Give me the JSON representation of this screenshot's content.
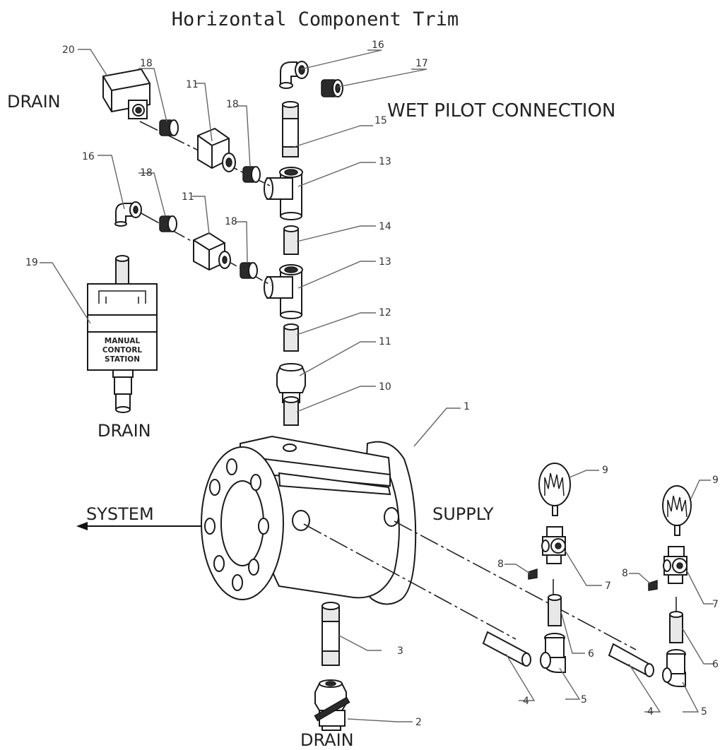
{
  "title": "Horizontal Component Trim",
  "labels": {
    "drain_top": "DRAIN",
    "wet_pilot": "WET  PILOT  CONNECTION",
    "drain_station": "DRAIN",
    "system": "SYSTEM",
    "supply": "SUPPLY",
    "drain_bottom": "DRAIN",
    "station_text": [
      "MANUAL",
      "CONTORL",
      "STATION"
    ]
  },
  "callouts": {
    "n1": "1",
    "n2": "2",
    "n3": "3",
    "n4a": "4",
    "n4b": "4",
    "n5a": "5",
    "n5b": "5",
    "n6a": "6",
    "n6b": "6",
    "n7a": "7",
    "n7b": "7",
    "n8a": "8",
    "n8b": "8",
    "n9a": "9",
    "n9b": "9",
    "n10": "10",
    "n11a": "11",
    "n11b": "11",
    "n11c": "11",
    "n12": "12",
    "n13a": "13",
    "n13b": "13",
    "n14": "14",
    "n15": "15",
    "n16a": "16",
    "n16b": "16",
    "n17": "17",
    "n18a": "18",
    "n18b": "18",
    "n18c": "18",
    "n18d": "18",
    "n19": "19",
    "n20": "20"
  },
  "icons": {
    "valve_body": "valve-body-icon",
    "pressure_gauge": "pressure-gauge-icon",
    "elbow": "elbow-fitting-icon",
    "tee": "tee-fitting-icon",
    "nipple": "pipe-nipple-icon"
  }
}
